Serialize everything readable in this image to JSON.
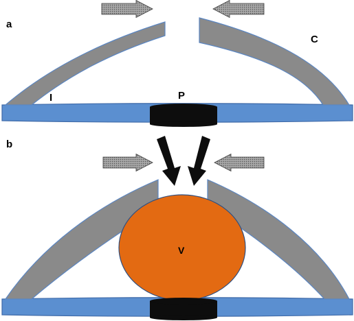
{
  "panels": {
    "a": {
      "letter": "a",
      "label_c": "C",
      "label_i": "I",
      "label_p": "P"
    },
    "b": {
      "letter": "b",
      "label_v": "V"
    }
  },
  "colors": {
    "beam": "#8a8a8a",
    "beam_edge": "#5b86c2",
    "base": "#5b8fd0",
    "base_edge": "#3f6aa8",
    "puck": "#0d0d0d",
    "vessel": "#e36a12",
    "vessel_edge": "#2f4f80",
    "arrow_fill": "#a8a8a8",
    "arrow_dots": "#555555",
    "arrow_edge": "#3a3a3a",
    "solid_arrow": "#0d0d0d"
  },
  "icons": {
    "dotted_arrow": "pattern-filled-block-arrow",
    "solid_arrow": "solid-block-arrow"
  }
}
